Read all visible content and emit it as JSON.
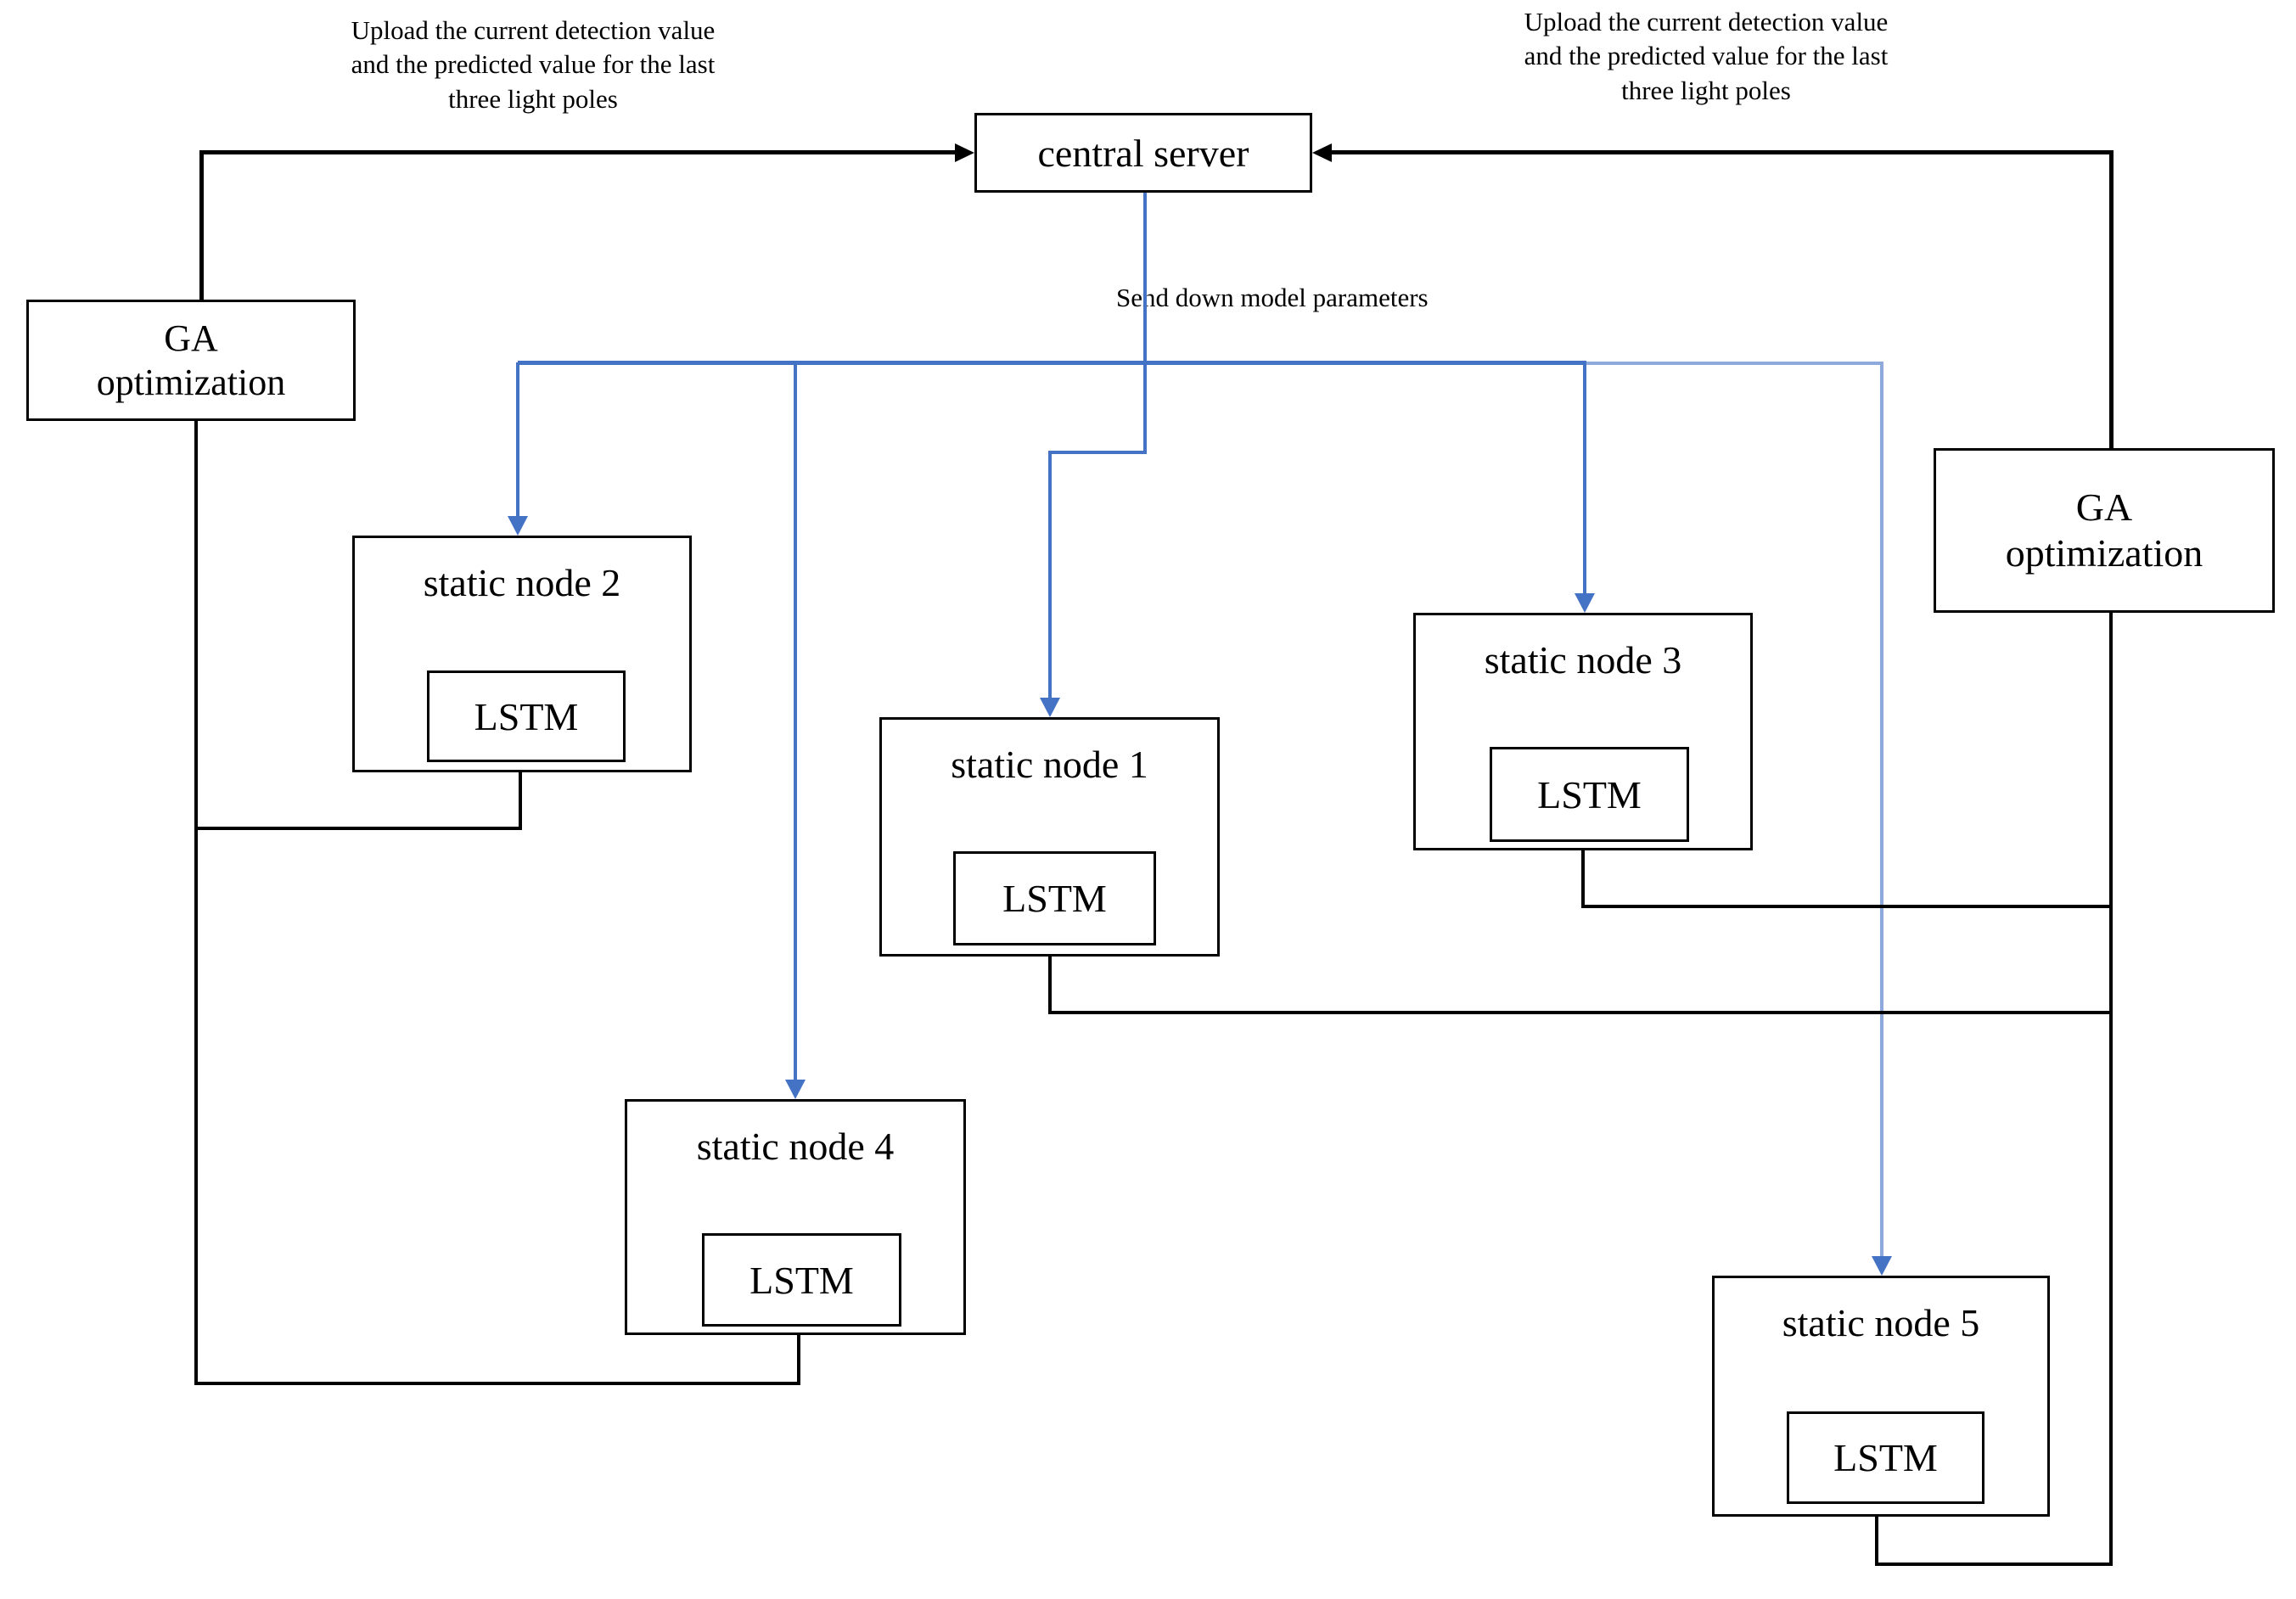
{
  "annotations": {
    "upload_left": {
      "line1": "Upload the current detection value",
      "line2": "and the predicted value for the last",
      "line3": "three light poles"
    },
    "upload_right": {
      "line1": "Upload the current detection value",
      "line2": "and the predicted value for the last",
      "line3": "three light poles"
    },
    "send_down": "Send down model parameters"
  },
  "boxes": {
    "central_server": {
      "label": "central server"
    },
    "ga_left": {
      "line1": "GA",
      "line2": "optimization"
    },
    "ga_right": {
      "line1": "GA",
      "line2": "optimization"
    },
    "nodes": [
      {
        "label": "static node 1",
        "model": "LSTM"
      },
      {
        "label": "static node 2",
        "model": "LSTM"
      },
      {
        "label": "static node 3",
        "model": "LSTM"
      },
      {
        "label": "static node 4",
        "model": "LSTM"
      },
      {
        "label": "static node 5",
        "model": "LSTM"
      }
    ]
  },
  "colors": {
    "line_black": "#000000",
    "line_blue": "#4472C4",
    "line_blue_light": "#8EA9DB"
  }
}
